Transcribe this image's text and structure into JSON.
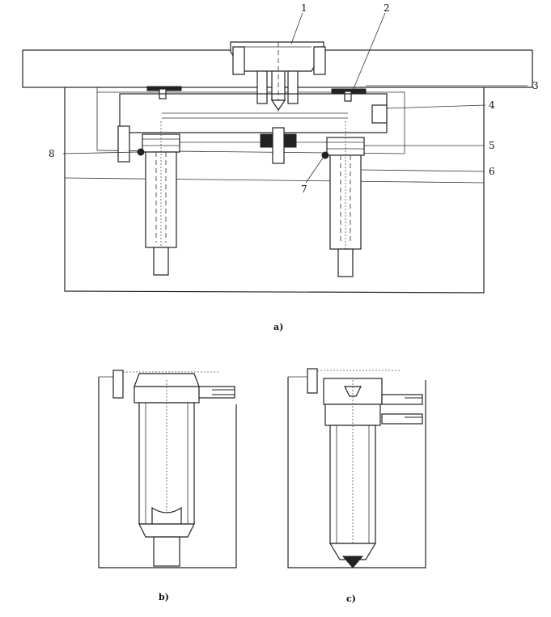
{
  "callouts": {
    "c1": "1",
    "c2": "2",
    "c3": "3",
    "c4": "4",
    "c5": "5",
    "c6": "6",
    "c7": "7",
    "c8": "8"
  },
  "captions": {
    "a": "a)",
    "b": "b)",
    "c": "c)"
  }
}
